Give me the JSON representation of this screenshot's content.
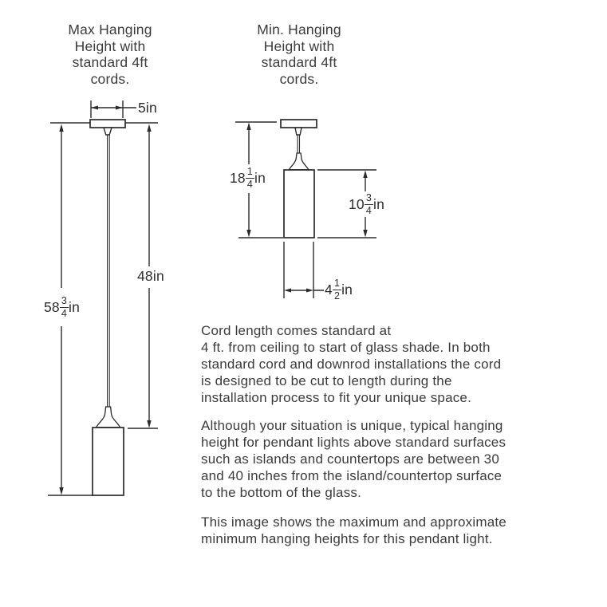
{
  "page": {
    "background": "#ffffff",
    "line_color": "#2b2b2b",
    "text_color": "#3b3b3b"
  },
  "max_diagram": {
    "title": "Max Hanging\nHeight with\nstandard 4ft\ncords.",
    "canopy_width_label": "5in",
    "cord_length_label": "48in",
    "total_height": {
      "whole": "58",
      "numerator": "3",
      "denominator": "4",
      "unit": "in"
    }
  },
  "min_diagram": {
    "title": "Min. Hanging\nHeight with\nstandard 4ft\ncords.",
    "total_height": {
      "whole": "18",
      "numerator": "1",
      "denominator": "4",
      "unit": "in"
    },
    "glass_height": {
      "whole": "10",
      "numerator": "3",
      "denominator": "4",
      "unit": "in"
    },
    "glass_width": {
      "whole": "4",
      "numerator": "1",
      "denominator": "2",
      "unit": "in"
    }
  },
  "notes": [
    {
      "text": "Cord length comes standard at\n4 ft. from ceiling to start of glass shade. In both\nstandard cord and downrod installations the cord\nis designed to be cut to length during the\ninstallation process to fit your unique space."
    },
    {
      "text": "Although your situation is unique, typical hanging\nheight for pendant lights above standard surfaces\nsuch as islands and countertops are between 30\nand 40 inches from the island/countertop surface\nto the bottom of the glass."
    },
    {
      "text": "This image shows the maximum and approximate\nminimum hanging heights for this pendant light."
    }
  ]
}
